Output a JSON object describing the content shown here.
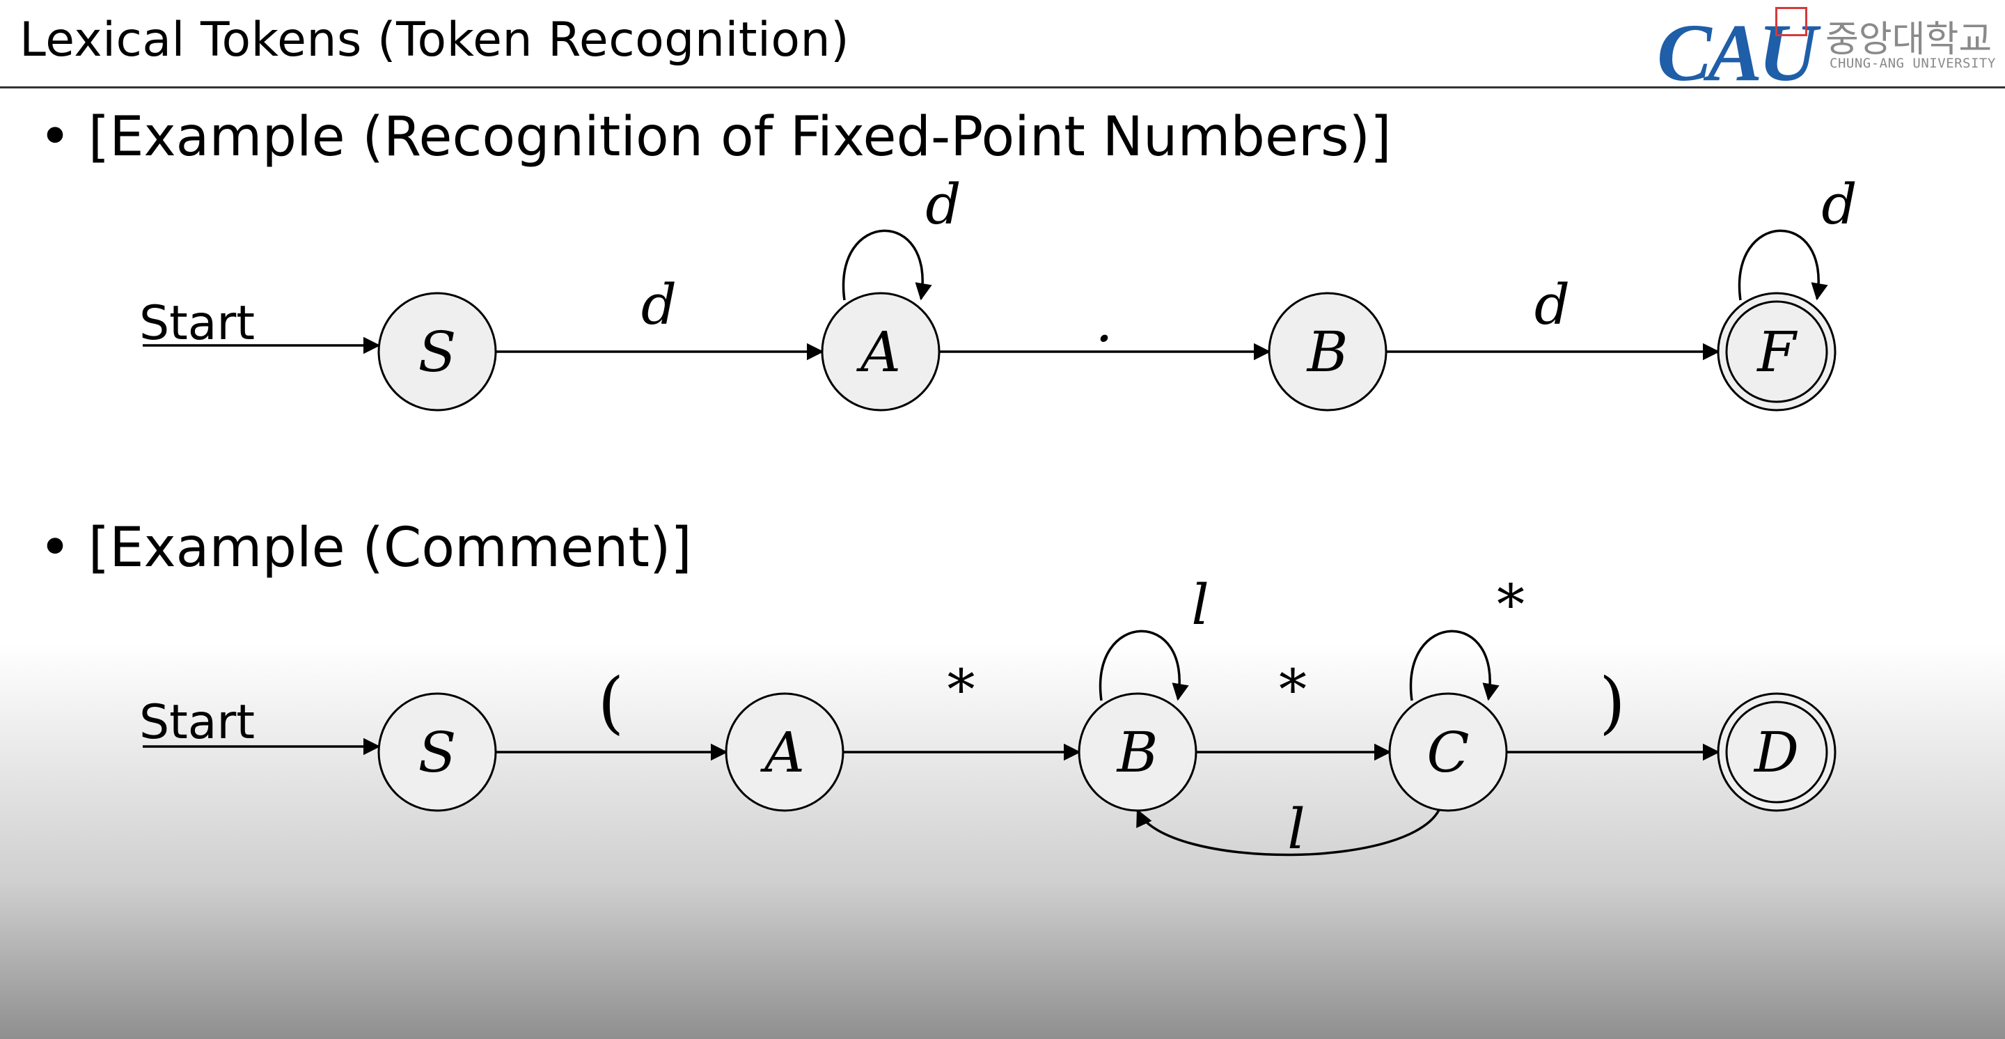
{
  "slide": {
    "title": "Lexical Tokens (Token Recognition)",
    "logo": {
      "mark": "CAU",
      "korean": "중앙대학교",
      "english": "CHUNG-ANG UNIVERSITY"
    },
    "bullets": [
      "• [Example (Recognition of Fixed-Point Numbers)]",
      "• [Example (Comment)]"
    ]
  },
  "diagrams": {
    "fixed_point": {
      "start_label": "Start",
      "states": [
        "S",
        "A",
        "B",
        "F"
      ],
      "final_states": [
        "F"
      ],
      "transitions": [
        {
          "from": "S",
          "to": "A",
          "label": "d"
        },
        {
          "from": "A",
          "to": "A",
          "label": "d"
        },
        {
          "from": "A",
          "to": "B",
          "label": "."
        },
        {
          "from": "B",
          "to": "F",
          "label": "d"
        },
        {
          "from": "F",
          "to": "F",
          "label": "d"
        }
      ]
    },
    "comment": {
      "start_label": "Start",
      "states": [
        "S",
        "A",
        "B",
        "C",
        "D"
      ],
      "final_states": [
        "D"
      ],
      "transitions": [
        {
          "from": "S",
          "to": "A",
          "label": "("
        },
        {
          "from": "A",
          "to": "B",
          "label": "*"
        },
        {
          "from": "B",
          "to": "B",
          "label": "l"
        },
        {
          "from": "B",
          "to": "C",
          "label": "*"
        },
        {
          "from": "C",
          "to": "C",
          "label": "*"
        },
        {
          "from": "C",
          "to": "B",
          "label": "l"
        },
        {
          "from": "C",
          "to": "D",
          "label": ")"
        }
      ]
    }
  }
}
